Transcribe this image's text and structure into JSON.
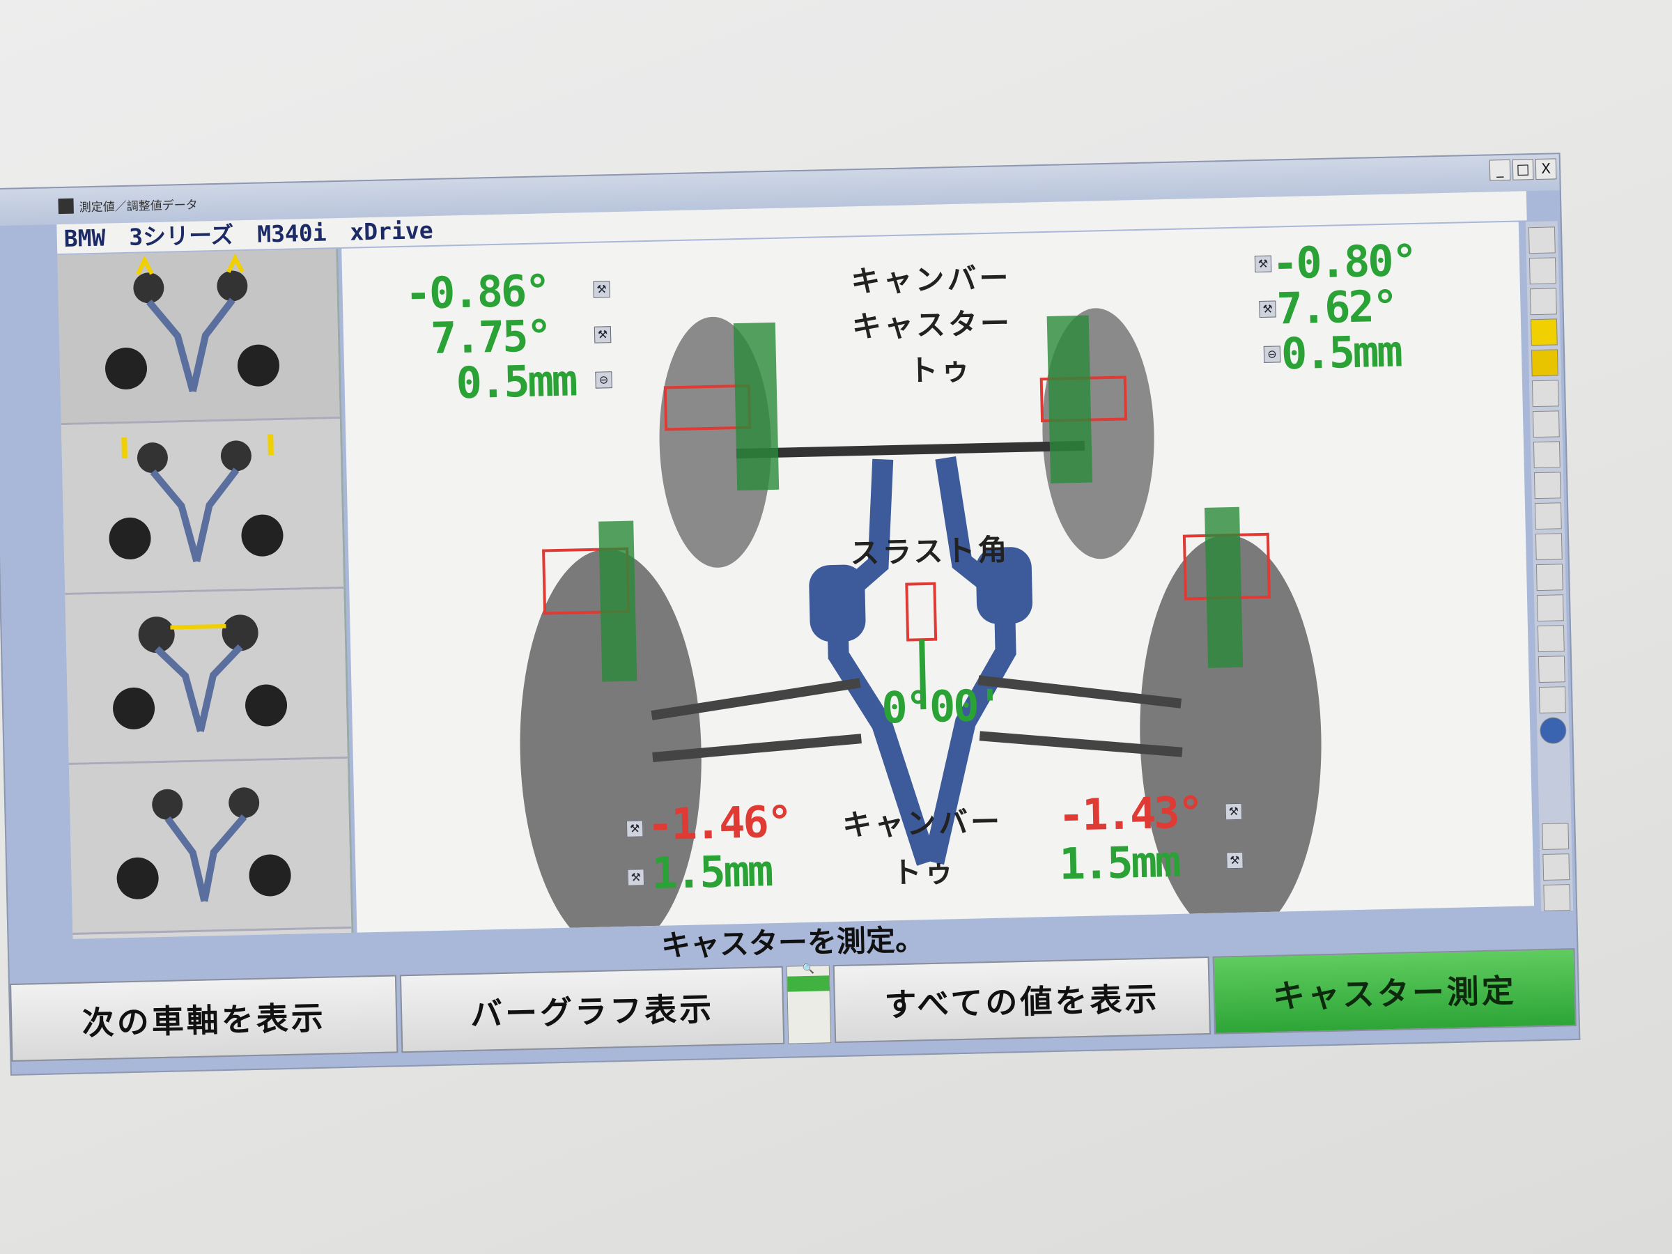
{
  "window": {
    "title": "測定値／調整値データ",
    "controls": [
      "_",
      "□",
      "X"
    ]
  },
  "vehicle": {
    "title": "BMW 3シリーズ  M340i  xDrive"
  },
  "front": {
    "labels": {
      "camber": "キャンバー",
      "caster": "キャスター",
      "toe": "トゥ"
    },
    "left": {
      "camber": "-0.86°",
      "caster": "7.75°",
      "toe": "0.5mm"
    },
    "right": {
      "camber": "-0.80°",
      "caster": "7.62°",
      "toe": "0.5mm"
    }
  },
  "thrust": {
    "label": "スラスト角",
    "value": "0°00'"
  },
  "rear": {
    "labels": {
      "camber": "キャンバー",
      "toe": "トゥ"
    },
    "left": {
      "camber": "-1.46°",
      "toe": "1.5mm"
    },
    "right": {
      "camber": "-1.43°",
      "toe": "1.5mm"
    }
  },
  "status": "キャスターを測定。",
  "buttons": {
    "next_axle": "次の車軸を表示",
    "bar_graph": "バーグラフ表示",
    "show_all": "すべての値を表示",
    "measure_caster": "キャスター測定"
  },
  "colors": {
    "in_spec": "#2aa236",
    "out_of_spec": "#e03a34",
    "accent": "#2ea537"
  }
}
